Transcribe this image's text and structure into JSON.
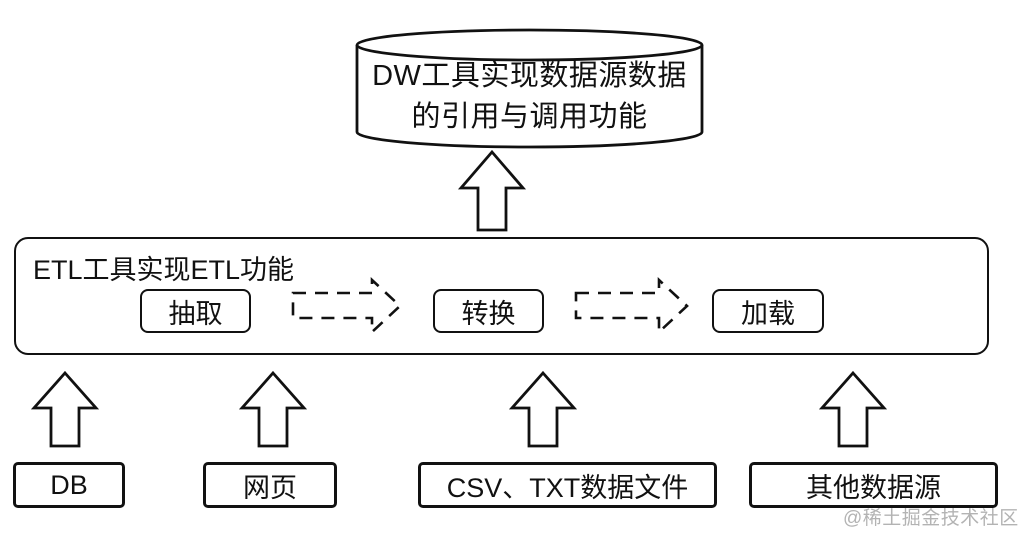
{
  "diagram": {
    "warehouse": {
      "label_line1": "DW工具实现数据源数据",
      "label_line2": "的引用与调用功能"
    },
    "etl_container": {
      "title": "ETL工具实现ETL功能",
      "steps": [
        "抽取",
        "转换",
        "加载"
      ]
    },
    "sources": [
      "DB",
      "网页",
      "CSV、TXT数据文件",
      "其他数据源"
    ],
    "watermark": "@稀土掘金技术社区",
    "colors": {
      "stroke": "#111111",
      "background": "#ffffff",
      "watermark_gray": "#b3b3b3"
    }
  }
}
